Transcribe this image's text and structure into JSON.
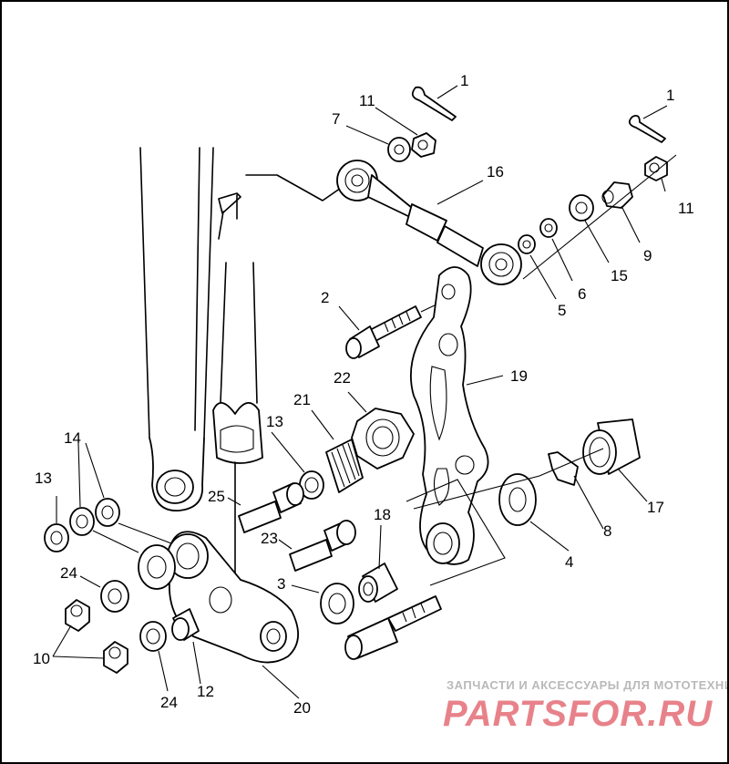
{
  "callouts": [
    {
      "id": "c1a",
      "text": "1"
    },
    {
      "id": "c1b",
      "text": "1"
    },
    {
      "id": "c11a",
      "text": "11"
    },
    {
      "id": "c11b",
      "text": "11"
    },
    {
      "id": "c7",
      "text": "7"
    },
    {
      "id": "c16",
      "text": "16"
    },
    {
      "id": "c9",
      "text": "9"
    },
    {
      "id": "c15",
      "text": "15"
    },
    {
      "id": "c6",
      "text": "6"
    },
    {
      "id": "c5",
      "text": "5"
    },
    {
      "id": "c2",
      "text": "2"
    },
    {
      "id": "c19",
      "text": "19"
    },
    {
      "id": "c22",
      "text": "22"
    },
    {
      "id": "c21",
      "text": "21"
    },
    {
      "id": "c13a",
      "text": "13"
    },
    {
      "id": "c13b",
      "text": "13"
    },
    {
      "id": "c14",
      "text": "14"
    },
    {
      "id": "c25",
      "text": "25"
    },
    {
      "id": "c23",
      "text": "23"
    },
    {
      "id": "c18",
      "text": "18"
    },
    {
      "id": "c17",
      "text": "17"
    },
    {
      "id": "c8",
      "text": "8"
    },
    {
      "id": "c4",
      "text": "4"
    },
    {
      "id": "c3",
      "text": "3"
    },
    {
      "id": "c24a",
      "text": "24"
    },
    {
      "id": "c24b",
      "text": "24"
    },
    {
      "id": "c10",
      "text": "10"
    },
    {
      "id": "c12",
      "text": "12"
    },
    {
      "id": "c20",
      "text": "20"
    }
  ],
  "watermark": {
    "tagline": "ЗАПЧАСТИ И АКСЕССУАРЫ ДЛЯ МОТОТЕХНИКИ",
    "logo": "PARTSFOR.RU",
    "logo_color": "#e8828a"
  }
}
